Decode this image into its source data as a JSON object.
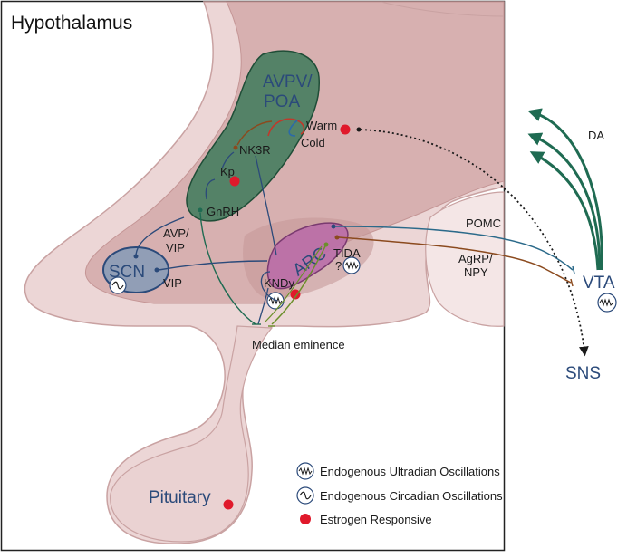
{
  "title": "Hypothalamus",
  "regions": {
    "avpv": "AVPV/",
    "poa": "POA",
    "scn": "SCN",
    "arc": "ARC",
    "vta": "VTA",
    "sns": "SNS",
    "pituitary": "Pituitary",
    "median_eminence": "Median eminence"
  },
  "labels": {
    "warm": "Warm",
    "cold": "Cold",
    "nk3r": "NK3R",
    "kp": "Kp",
    "gnrh": "GnRH",
    "avp": "AVP/",
    "vip_line2": "VIP",
    "vip": "VIP",
    "kndy": "KNDy",
    "tida": "TIDA",
    "tida_q": "?",
    "pomc": "POMC",
    "agrp": "AgRP/",
    "npy": "NPY",
    "da": "DA"
  },
  "legend": [
    {
      "icon": "ultradian-oscillation-icon",
      "text": "Endogenous Ultradian Oscillations"
    },
    {
      "icon": "circadian-oscillation-icon",
      "text": "Endogenous Circadian Oscillations"
    },
    {
      "icon": "estrogen-dot-icon",
      "text": "Estrogen Responsive"
    }
  ],
  "colors": {
    "tissue": "#e8cfcf",
    "tissue_dark": "#cfa5a5",
    "tissue_deep": "#c49595",
    "outline": "#b88a8a",
    "avpv_fill": "#3d7a5a",
    "scn_fill": "#7f9ab8",
    "arc_fill": "#b86aa8",
    "estrogen": "#e0192b",
    "navy": "#2b4a7a",
    "brown": "#8b4a1e",
    "green_arrow": "#1f6b52",
    "olive": "#6b8f2a"
  }
}
